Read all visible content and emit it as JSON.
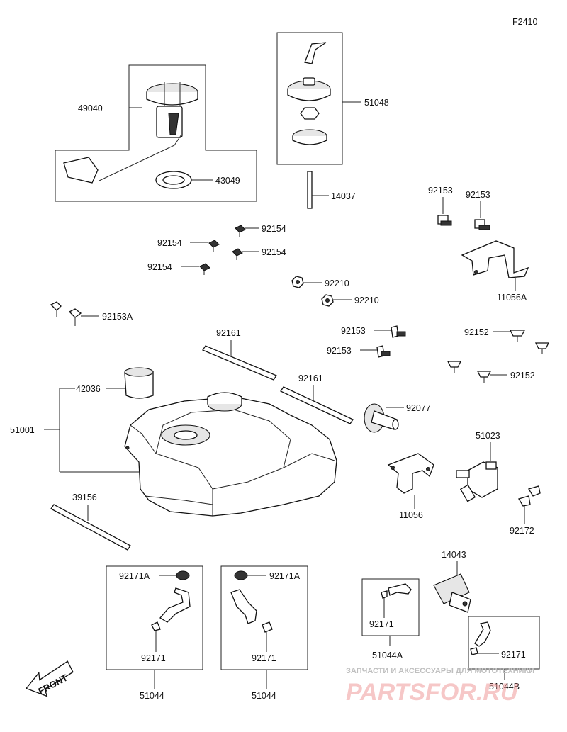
{
  "diagram": {
    "code": "F2410",
    "labels": {
      "l49040": "49040",
      "l43049": "43049",
      "l51048": "51048",
      "l14037": "14037",
      "l92153_a": "92153",
      "l92153_b": "92153",
      "l11056A": "11056A",
      "l92154_a": "92154",
      "l92154_b": "92154",
      "l92154_c": "92154",
      "l92154_d": "92154",
      "l92210_a": "92210",
      "l92210_b": "92210",
      "l92153A": "92153A",
      "l92161_a": "92161",
      "l92161_b": "92161",
      "l92153_c": "92153",
      "l92153_d": "92153",
      "l92152_a": "92152",
      "l92152_b": "92152",
      "l42036": "42036",
      "l51001": "51001",
      "l92077": "92077",
      "l51023": "51023",
      "l11056": "11056",
      "l92172": "92172",
      "l39156": "39156",
      "l14043": "14043",
      "l92171A_a": "92171A",
      "l92171A_b": "92171A",
      "l92171_a": "92171",
      "l92171_b": "92171",
      "l92171_c": "92171",
      "l92171_d": "92171",
      "l51044_a": "51044",
      "l51044_b": "51044",
      "l51044A": "51044A",
      "l51044B": "51044B"
    },
    "front_arrow": "FRONT"
  },
  "watermark": {
    "line1": "ЗАПЧАСТИ И АКСЕССУАРЫ ДЛЯ МОТОТЕХНИКИ",
    "line2": "PARTSFOR.RU"
  }
}
